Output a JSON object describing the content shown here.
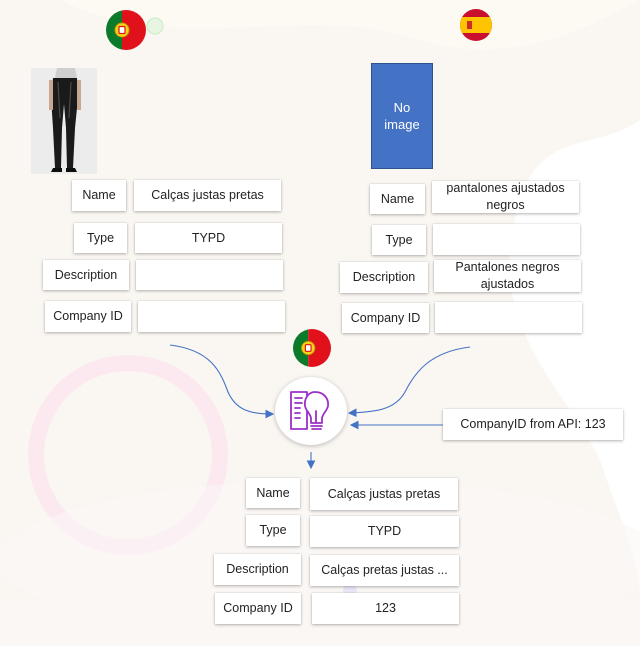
{
  "left": {
    "flag": "portugal-flag",
    "fields": [
      {
        "label": "Name",
        "value": "Calças justas pretas"
      },
      {
        "label": "Type",
        "value": "TYPD"
      },
      {
        "label": "Description",
        "value": ""
      },
      {
        "label": "Company ID",
        "value": ""
      }
    ]
  },
  "right": {
    "flag": "spain-flag",
    "no_image_text": "No\nimage",
    "fields": [
      {
        "label": "Name",
        "value": "pantalones ajustados negros"
      },
      {
        "label": "Type",
        "value": ""
      },
      {
        "label": "Description",
        "value": "Pantalones negros ajustados"
      },
      {
        "label": "Company ID",
        "value": ""
      }
    ]
  },
  "center": {
    "flag": "portugal-flag",
    "hub_icon": "lightbulb-document-icon",
    "api_box": "CompanyID from API: 123"
  },
  "result": {
    "fields": [
      {
        "label": "Name",
        "value": "Calças justas pretas"
      },
      {
        "label": "Type",
        "value": "TYPD"
      },
      {
        "label": "Description",
        "value": "Calças pretas justas ..."
      },
      {
        "label": "Company ID",
        "value": "123"
      }
    ]
  },
  "colors": {
    "arrow": "#4472c4",
    "hub_icon": "#9b30c8",
    "no_image_fill": "#4472c4"
  }
}
